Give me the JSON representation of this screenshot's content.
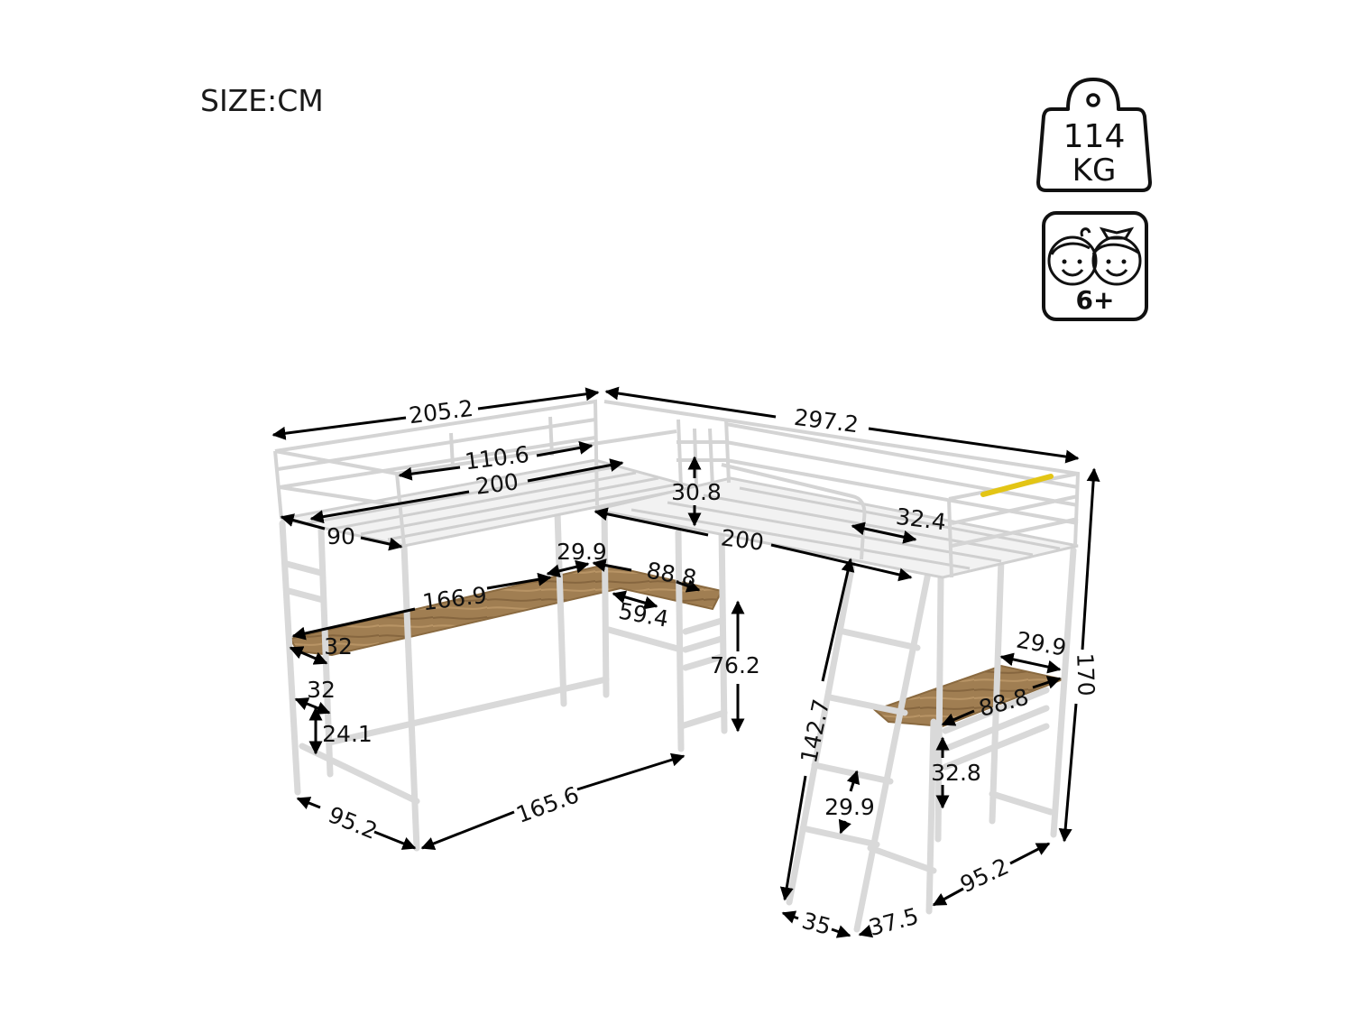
{
  "header": {
    "size_unit_label": "SIZE:CM"
  },
  "badges": {
    "weight": {
      "icon": "weight-icon",
      "value": "114",
      "unit": "KG"
    },
    "age": {
      "icon": "children-faces-icon",
      "label": "6+"
    }
  },
  "colors": {
    "frame": "#ffffff",
    "desk_wood": "#9c7a4e",
    "grab_bar": "#e8c81a",
    "arrow": "#000000"
  },
  "dimensions": {
    "top_left_length": "205.2",
    "top_right_length": "297.2",
    "inner_guard_length": "110.6",
    "left_mattress_length": "200",
    "right_mattress_length": "200",
    "left_width": "90",
    "guard_height": "30.8",
    "ladder_opening": "32.4",
    "l_desk_long": "166.9",
    "l_desk_depth": "29.9",
    "l_desk_return": "88.8",
    "l_desk_return_inner": "59.4",
    "l_desk_end_depth": "32",
    "shelf_depth": "32",
    "shelf_height": "24.1",
    "desk_height": "76.2",
    "left_base_width": "95.2",
    "left_base_length": "165.6",
    "ladder_length": "142.7",
    "rung_spacing": "29.9",
    "right_desk_depth": "29.9",
    "right_desk_length": "88.8",
    "right_desk_shelf_height": "32.8",
    "total_height": "170",
    "ladder_width": "35",
    "ladder_offset": "37.5",
    "right_base_width": "95.2"
  }
}
